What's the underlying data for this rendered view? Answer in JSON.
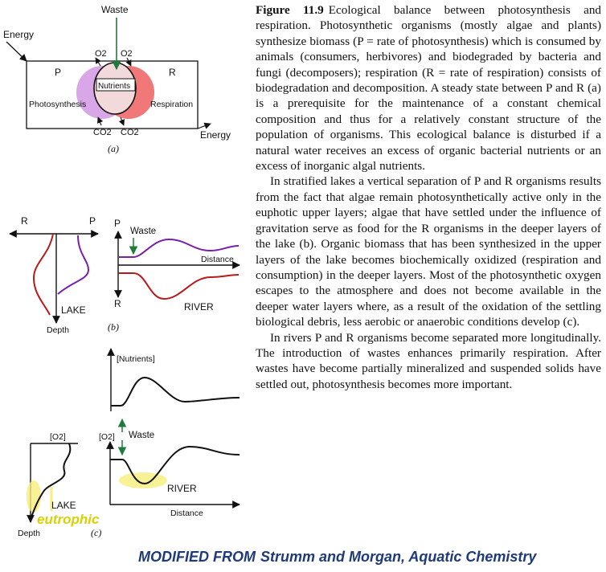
{
  "figure": {
    "panel_a": {
      "waste": "Waste",
      "energy_in": "Energy",
      "energy_out": "Energy",
      "p": "P",
      "r": "R",
      "o2_left": "O2",
      "o2_right": "O2",
      "nutrients": "Nutrients",
      "photosynthesis": "Photosynthesis",
      "respiration": "Respiration",
      "co2_left": "CO2",
      "co2_right": "CO2",
      "sublabel": "(a)"
    },
    "panel_b": {
      "r": "R",
      "p": "P",
      "lake": "LAKE",
      "depth": "Depth",
      "p_axis": "P",
      "r_axis": "R",
      "waste": "Waste",
      "distance": "Distance",
      "river": "RIVER",
      "sublabel": "(b)"
    },
    "panel_c": {
      "nutrients": "[Nutrients]",
      "o2_lake": "[O2]",
      "o2_river": "[O2]",
      "waste": "Waste",
      "river": "RIVER",
      "lake": "LAKE",
      "eutrophic": "eutrophic",
      "depth": "Depth",
      "distance": "Distance",
      "sublabel": "(c)"
    }
  },
  "caption": {
    "figure_label": "Figure 11.9",
    "paragraph1": "Ecological balance between photosynthesis and respiration. Photosynthetic organisms (mostly algae and plants) synthesize biomass (P = rate of photosynthesis) which is consumed by animals (consumers, herbivores) and biodegraded by bacteria and fungi (decomposers); respiration (R = rate of respiration) consists of biodegradation and decomposition. A steady state between P and R (a) is a prerequisite for the maintenance of a constant chemical composition and thus for a relatively constant structure of the population of organisms. This ecological balance is disturbed if a natural water receives an excess of organic bacterial nutrients or an excess of inorganic algal nutrients.",
    "paragraph2": "In stratified lakes a vertical separation of P and R organisms results from the fact that algae remain photosynthetically active only in the euphotic upper layers; algae that have settled under the influence of gravitation serve as food for the R organisms in the deeper layers of the lake (b). Organic biomass that has been synthesized in the upper layers of the lake becomes biochemically oxidized (respiration and consumption) in the deeper layers. Most of the photosynthetic oxygen escapes to the atmosphere and does not become available in the deeper water layers where, as a result of the oxidation of the settling biological debris, less aerobic or anaerobic conditions develop (c).",
    "paragraph3": "In rivers P and R organisms become separated more longitudinally. The introduction of wastes enhances primarily respiration. After wastes have become partially mineralized and suspended solids have settled out, photosynthesis becomes more important."
  },
  "credit": {
    "prefix": "MODIFIED FROM",
    "source": "Strumm and Morgan, Aquatic Chemistry"
  },
  "colors": {
    "waste_arrow": "#1f7a3c",
    "photosynthesis": "#d9a6e8",
    "respiration": "#f07878",
    "p_curve": "#7a1fa8",
    "r_curve": "#b81a1a",
    "highlight": "#f6ee7a",
    "eutrophic_text": "#d9d200",
    "credit_text": "#1e3a78"
  }
}
